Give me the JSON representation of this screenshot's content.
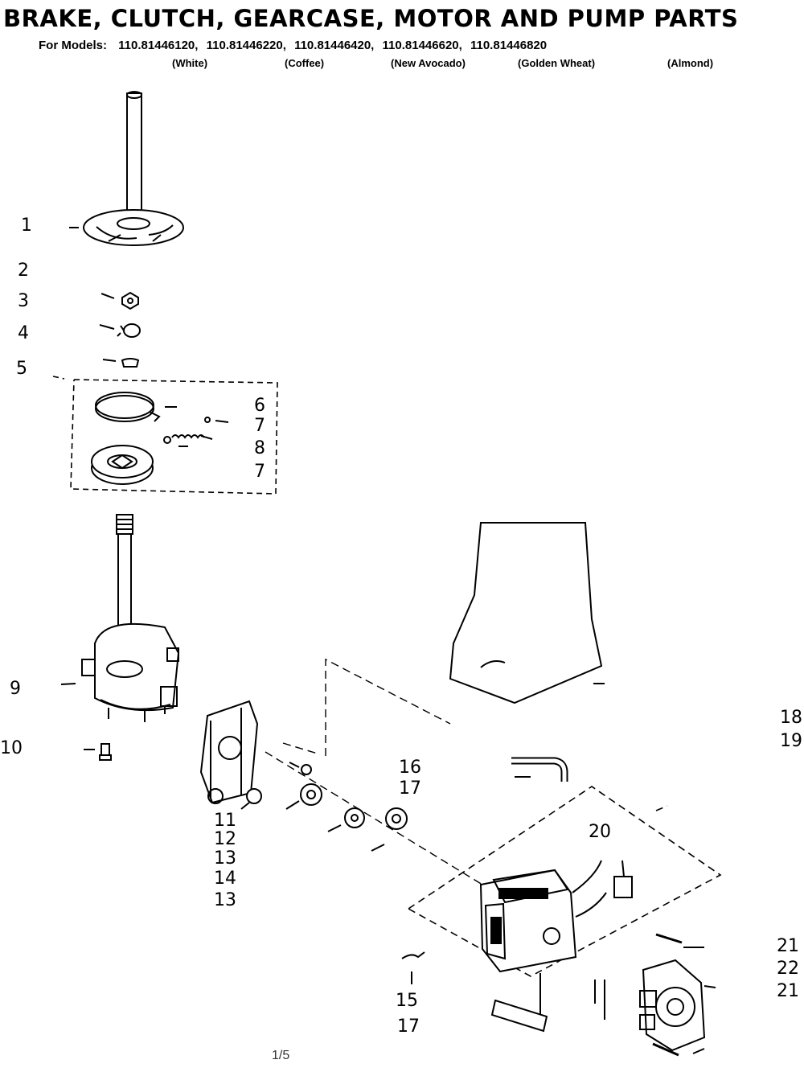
{
  "header": {
    "title": "BRAKE, CLUTCH, GEARCASE, MOTOR AND PUMP PARTS",
    "models_prefix": "For Models:",
    "models": [
      "110.81446120,",
      "110.81446220,",
      "110.81446420,",
      "110.81446620,",
      "110.81446820"
    ],
    "colors": [
      "(White)",
      "(Coffee)",
      "(New Avocado)",
      "(Golden Wheat)",
      "(Almond)"
    ]
  },
  "callouts": {
    "c1": "1",
    "c2": "2",
    "c3": "3",
    "c4": "4",
    "c5": "5",
    "c6": "6",
    "c7a": "7",
    "c8": "8",
    "c7b": "7",
    "c9": "9",
    "c10": "10",
    "c11": "11",
    "c12": "12",
    "c13a": "13",
    "c14": "14",
    "c13b": "13",
    "c16": "16",
    "c17a": "17",
    "c18": "18",
    "c19": "19",
    "c20": "20",
    "c15": "15",
    "c17b": "17",
    "c21a": "21",
    "c22": "22",
    "c21b": "21"
  },
  "footer": {
    "page": "1/5"
  }
}
